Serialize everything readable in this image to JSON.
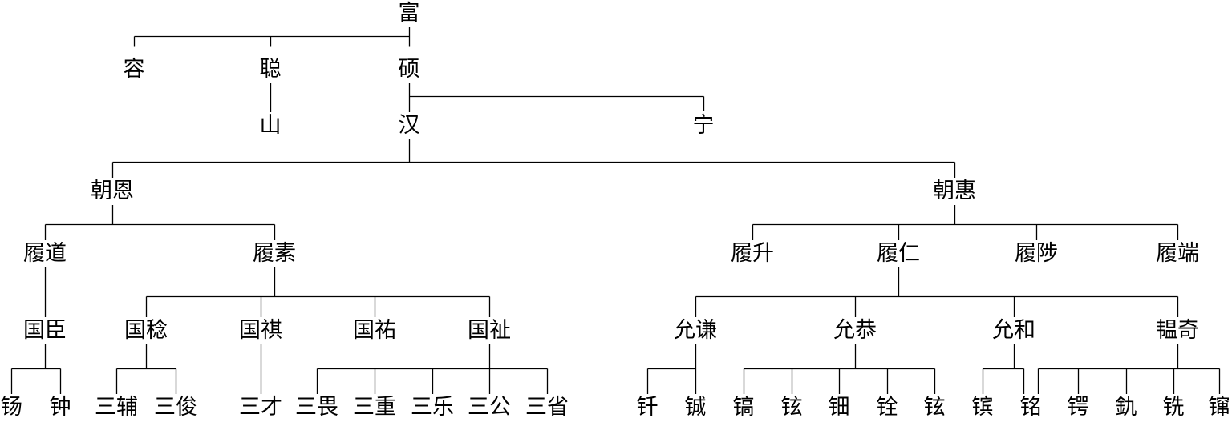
{
  "nodes": {
    "fu": "富",
    "rong": "容",
    "cong": "聪",
    "shuo": "硕",
    "shan": "山",
    "han": "汉",
    "ning": "宁",
    "chaoen": "朝恩",
    "chaohui": "朝惠",
    "lvdao": "履道",
    "lvsu": "履素",
    "lvsheng": "履升",
    "lvren": "履仁",
    "lvbu": "履陟",
    "lvduan": "履端",
    "guochen": "国臣",
    "guowen": "国稔",
    "guoqi": "国祺",
    "guoyou": "国祐",
    "guoshe": "国祉",
    "yunqian": "允谦",
    "yungong": "允恭",
    "yunhe": "允和",
    "yunqi": "韫奇",
    "yang": "钖",
    "zhong": "钟",
    "sanfu": "三辅",
    "sanjun": "三俊",
    "sancai": "三才",
    "sangen": "三畏",
    "sanzhong": "三重",
    "sanle": "三乐",
    "sangong": "三公",
    "sansheng": "三省",
    "kuang": "钎",
    "jian": "铖",
    "gao": "镐",
    "xuan": "铉",
    "tian": "钿",
    "quan": "铨",
    "hong": "铉",
    "bin": "镔",
    "ming": "铭",
    "e": "锷",
    "qiu": "釚",
    "xian": "铣",
    "gao2": "镩"
  }
}
